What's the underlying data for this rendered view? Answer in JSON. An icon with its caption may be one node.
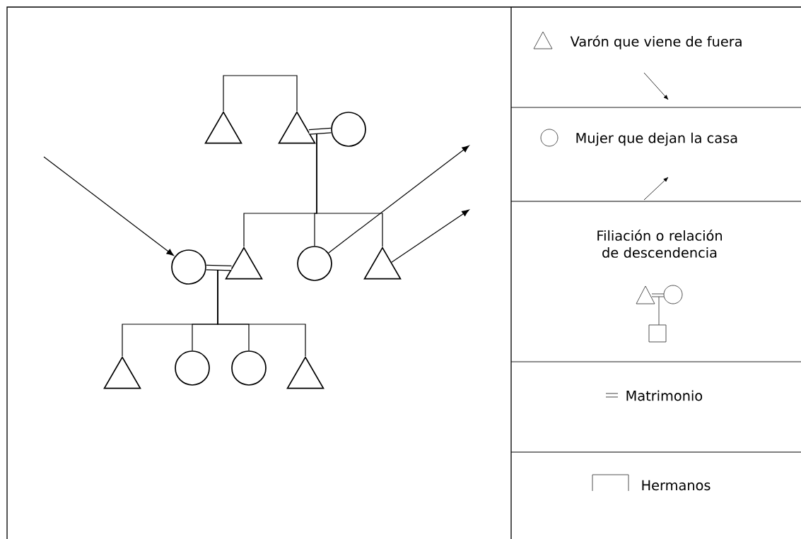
{
  "diagram": {
    "nodes": [
      {
        "text": [],
        "shape": "triangle"
      },
      {
        "text": [],
        "shape": "triangle"
      },
      {
        "text": [],
        "shape": "circle"
      },
      {
        "text": [],
        "shape": "circle"
      },
      {
        "text": [],
        "shape": "triangle"
      },
      {
        "text": [],
        "shape": "circle"
      },
      {
        "text": [],
        "shape": "triangle"
      },
      {
        "text": [],
        "shape": "triangle"
      },
      {
        "text": [],
        "shape": "circle"
      },
      {
        "text": [],
        "shape": "circle"
      },
      {
        "text": [],
        "shape": "triangle"
      }
    ],
    "edges": [
      {
        "from": 0,
        "to": 1,
        "arrow": "none"
      },
      {
        "from": 1,
        "to": 2,
        "arrow": "none",
        "style": "thick"
      },
      {
        "from": 1,
        "to": 4,
        "arrow": "none"
      },
      {
        "from": 1,
        "to": 5,
        "arrow": "none"
      },
      {
        "from": 1,
        "to": 6,
        "arrow": "none"
      },
      {
        "from": 3,
        "to": 4,
        "arrow": "none",
        "style": "thick"
      },
      {
        "from": 4,
        "to": 7,
        "arrow": "none"
      },
      {
        "from": 4,
        "to": 8,
        "arrow": "none"
      },
      {
        "from": 4,
        "to": 9,
        "arrow": "none"
      },
      {
        "from": 4,
        "to": 10,
        "arrow": "none"
      },
      {
        "from": null,
        "to": 3,
        "arrow": "to"
      },
      {
        "from": 5,
        "to": null,
        "arrow": "to"
      },
      {
        "from": 6,
        "to": null,
        "arrow": "to"
      }
    ],
    "legend": [
      {
        "text": "Varón que viene de fuera"
      },
      {
        "text": "Mujer que dejan la casa"
      },
      {
        "text": "Filiación o relación de descendencia"
      },
      {
        "text": "Matrimonio"
      },
      {
        "text": "Hermanos"
      }
    ]
  }
}
